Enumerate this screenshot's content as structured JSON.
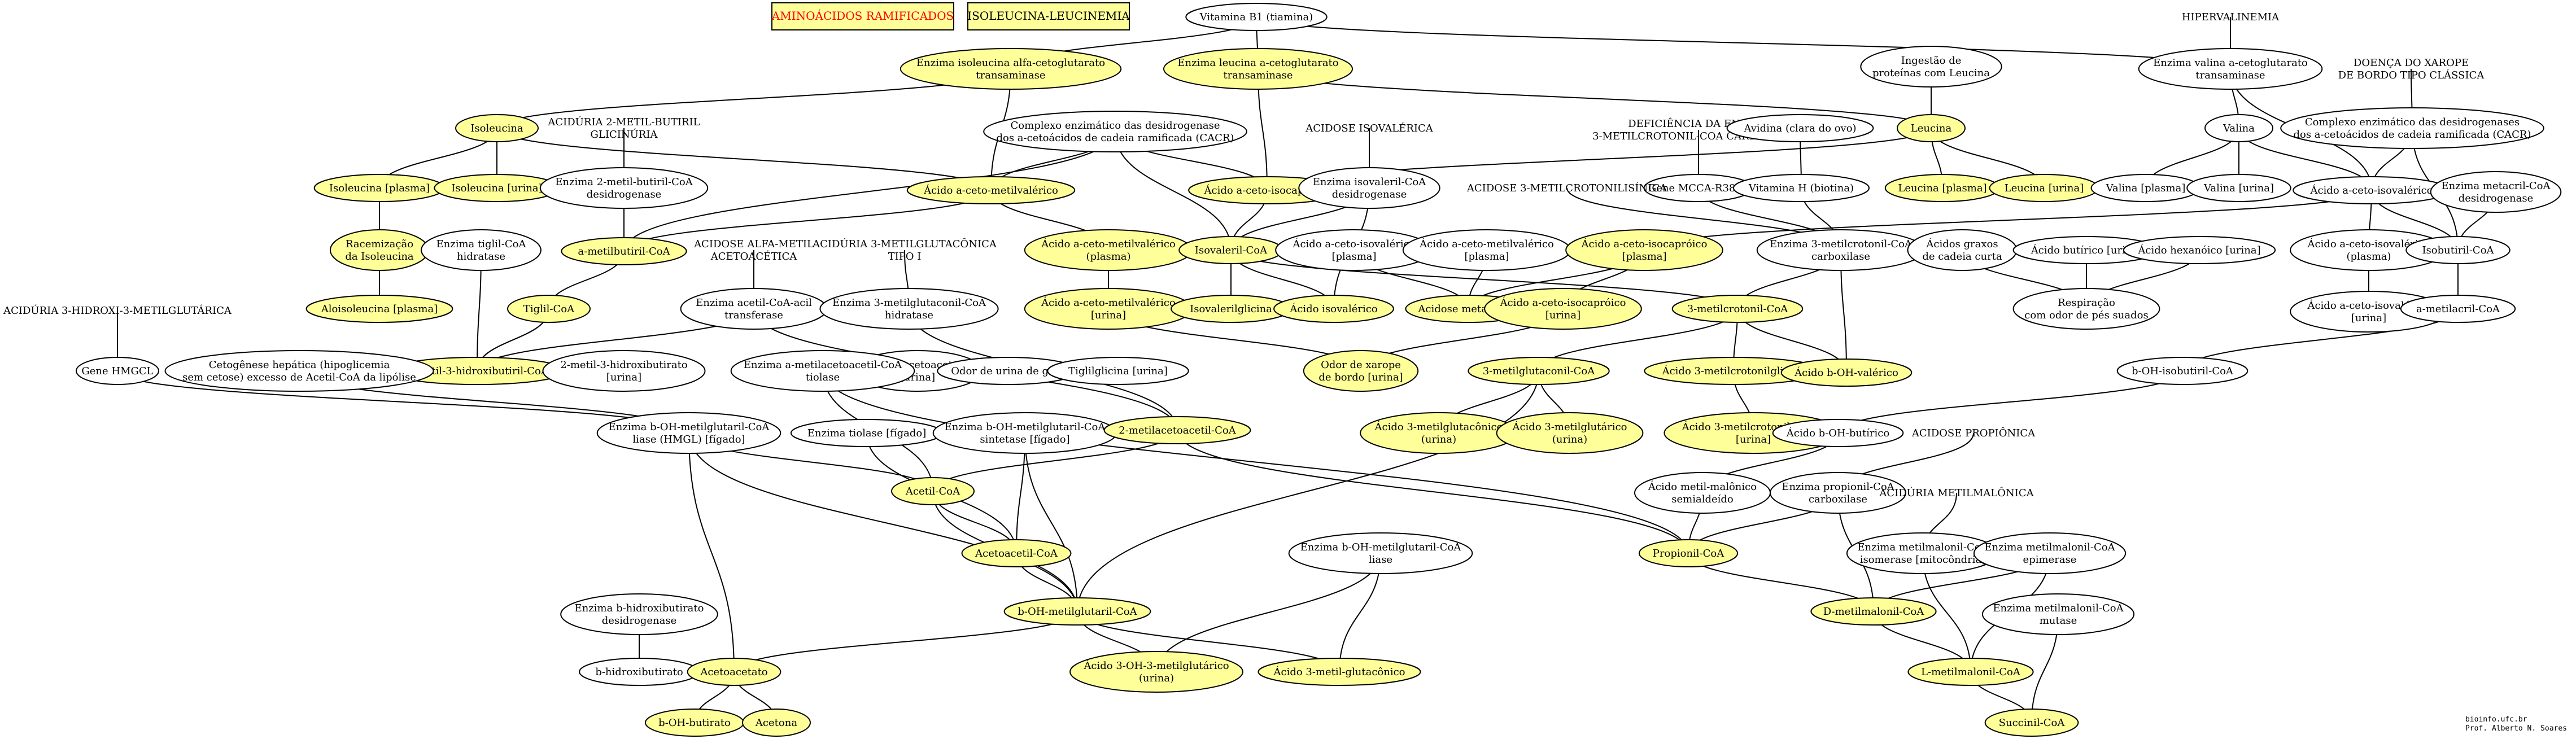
{
  "headers": {
    "ramificados": "AMINOÁCIDOS RAMIFICADOS",
    "isoleucina_leucinemia": "ISOLEUCINA-LEUCINEMIA"
  },
  "nodes": {
    "vitb1": {
      "lines": [
        "Vitamina B1 (tiamina)"
      ],
      "kind": "enzyme"
    },
    "hipervalinemia": {
      "lines": [
        "HIPERVALINEMIA"
      ],
      "kind": "label"
    },
    "enz_ile_trans": {
      "lines": [
        "Enzima isoleucina alfa-cetoglutarato",
        "transaminase"
      ],
      "kind": "compound"
    },
    "enz_leu_trans": {
      "lines": [
        "Enzima leucina a-cetoglutarato",
        "transaminase"
      ],
      "kind": "compound"
    },
    "enz_val_trans": {
      "lines": [
        "Enzima valina a-cetoglutarato",
        "transaminase"
      ],
      "kind": "enzyme"
    },
    "ingestao_leu": {
      "lines": [
        "Ingestão de",
        "proteínas com Leucina"
      ],
      "kind": "enzyme"
    },
    "xarope_label": {
      "lines": [
        "DOENÇA DO XAROPE",
        "DE BORDO TIPO CLÁSSICA"
      ],
      "kind": "label"
    },
    "isoleucina": {
      "lines": [
        "Isoleucina"
      ],
      "kind": "compound"
    },
    "acid_2metilbutiril": {
      "lines": [
        "ACIDÚRIA 2-METIL-BUTIRIL",
        "GLICINÚRIA"
      ],
      "kind": "label"
    },
    "complexo1": {
      "lines": [
        "Complexo enzimático das desidrogenase",
        "dos a-cetoácidos de cadeia ramificada (CACR)"
      ],
      "kind": "enzyme"
    },
    "acidose_isovalerica": {
      "lines": [
        "ACIDOSE ISOVALÉRICA"
      ],
      "kind": "label"
    },
    "deficiencia_mcc": {
      "lines": [
        "DEFICIÊNCIA DA ENZIMA",
        "3-METILCROTONIL-COA CARBOXILASE"
      ],
      "kind": "label"
    },
    "avidina": {
      "lines": [
        "Avidina (clara do ovo)"
      ],
      "kind": "enzyme"
    },
    "leucina": {
      "lines": [
        "Leucina"
      ],
      "kind": "compound"
    },
    "valina": {
      "lines": [
        "Valina"
      ],
      "kind": "enzyme"
    },
    "complexo2": {
      "lines": [
        "Complexo enzimático das desidrogenases",
        "dos a-cetoácidos de cadeia ramificada (CACR)"
      ],
      "kind": "enzyme"
    },
    "ile_plasma": {
      "lines": [
        "Isoleucina [plasma]"
      ],
      "kind": "compound"
    },
    "ile_urina": {
      "lines": [
        "Isoleucina [urina]"
      ],
      "kind": "compound"
    },
    "enz_2metilbutiril": {
      "lines": [
        "Enzima 2-metil-butiril-CoA",
        "desidrogenase"
      ],
      "kind": "enzyme"
    },
    "acido_ceto_metilvalerico": {
      "lines": [
        "Ácido a-ceto-metilvalérico"
      ],
      "kind": "compound"
    },
    "acido_ceto_isocaproico": {
      "lines": [
        "Ácido a-ceto-isocapróico"
      ],
      "kind": "compound"
    },
    "enz_isovaleril": {
      "lines": [
        "Enzima isovaleril-CoA",
        "desidrogenase"
      ],
      "kind": "enzyme"
    },
    "gene_mcca": {
      "lines": [
        "Gene MCCA-R385S"
      ],
      "kind": "enzyme"
    },
    "vitamina_h": {
      "lines": [
        "Vitamina H (biotina)"
      ],
      "kind": "enzyme"
    },
    "leu_plasma": {
      "lines": [
        "Leucina [plasma]"
      ],
      "kind": "compound"
    },
    "leu_urina": {
      "lines": [
        "Leucina [urina]"
      ],
      "kind": "compound"
    },
    "val_plasma": {
      "lines": [
        "Valina [plasma]"
      ],
      "kind": "enzyme"
    },
    "val_urina": {
      "lines": [
        "Valina [urina]"
      ],
      "kind": "enzyme"
    },
    "acido_ceto_isovalerico": {
      "lines": [
        "Ácido a-ceto-isovalérico"
      ],
      "kind": "enzyme"
    },
    "enz_metacril": {
      "lines": [
        "Enzima metacril-CoA",
        "desidrogenase"
      ],
      "kind": "enzyme"
    },
    "racemizacao": {
      "lines": [
        "Racemização",
        "da Isoleucina"
      ],
      "kind": "compound"
    },
    "enz_tiglil": {
      "lines": [
        "Enzima tiglil-CoA",
        "hidratase"
      ],
      "kind": "enzyme"
    },
    "a_metilbutiril": {
      "lines": [
        "a-metilbutiril-CoA"
      ],
      "kind": "compound"
    },
    "acidose_alfametil": {
      "lines": [
        "ACIDOSE ALFA-METIL",
        "ACETOACÉTICA"
      ],
      "kind": "label"
    },
    "acid_3mgc_tipo1": {
      "lines": [
        "ACIDÚRIA 3-METILGLUTACÔNICA",
        "TIPO I"
      ],
      "kind": "label"
    },
    "acetomv_plasma": {
      "lines": [
        "Ácido a-ceto-metilvalérico",
        "(plasma)"
      ],
      "kind": "compound"
    },
    "isovaleril_coa": {
      "lines": [
        "Isovaleril-CoA"
      ],
      "kind": "compound"
    },
    "aciso_plasma_w": {
      "lines": [
        "Ácido a-ceto-isovalérico",
        "[plasma]"
      ],
      "kind": "enzyme"
    },
    "acmv_plasma_w": {
      "lines": [
        "Ácido a-ceto-metilvalérico",
        "[plasma]"
      ],
      "kind": "enzyme"
    },
    "acidose_3mcl": {
      "lines": [
        "ACIDOSE 3-METILCROTONILISÍNICA"
      ],
      "kind": "label"
    },
    "acic_plasma": {
      "lines": [
        "Ácido a-ceto-isocapróico",
        "[plasma]"
      ],
      "kind": "compound"
    },
    "enz_3mcc": {
      "lines": [
        "Enzima 3-metilcrotonil-CoA",
        "carboxilase"
      ],
      "kind": "enzyme"
    },
    "acidos_graxos": {
      "lines": [
        "Ácidos graxos",
        "de cadeia curta"
      ],
      "kind": "enzyme"
    },
    "ac_butirico": {
      "lines": [
        "Ácido butírico [urina]"
      ],
      "kind": "enzyme"
    },
    "ac_hexanoico": {
      "lines": [
        "Ácido hexanóico [urina]"
      ],
      "kind": "enzyme"
    },
    "aciso_plasma2": {
      "lines": [
        "Ácido a-ceto-isovalérico",
        "(plasma)"
      ],
      "kind": "enzyme"
    },
    "isobutiril": {
      "lines": [
        "Isobutiril-CoA"
      ],
      "kind": "enzyme"
    },
    "aloisoleucina": {
      "lines": [
        "Aloisoleucina [plasma]"
      ],
      "kind": "compound"
    },
    "tiglil_coa": {
      "lines": [
        "Tiglil-CoA"
      ],
      "kind": "compound"
    },
    "enz_acetoacil_tr": {
      "lines": [
        "Enzima acetil-CoA-acil",
        "transferase"
      ],
      "kind": "enzyme"
    },
    "enz_3mgc_hid": {
      "lines": [
        "Enzima 3-metilglutaconil-CoA",
        "hidratase"
      ],
      "kind": "enzyme"
    },
    "acetomv_urina": {
      "lines": [
        "Ácido a-ceto-metilvalérico",
        "[urina]"
      ],
      "kind": "compound"
    },
    "isovalerilglicina": {
      "lines": [
        "Isovalerilglicina"
      ],
      "kind": "compound"
    },
    "acido_isovalerico": {
      "lines": [
        "Ácido isovalérico"
      ],
      "kind": "compound"
    },
    "acidose_metabolica": {
      "lines": [
        "Acidose metabólica"
      ],
      "kind": "compound"
    },
    "acic_urina": {
      "lines": [
        "Ácido a-ceto-isocapróico",
        "[urina]"
      ],
      "kind": "compound"
    },
    "metilcrotonil_coa": {
      "lines": [
        "3-metilcrotonil-CoA"
      ],
      "kind": "compound"
    },
    "respiracao": {
      "lines": [
        "Respiração",
        "com odor de pés suados"
      ],
      "kind": "enzyme"
    },
    "aciso_urina": {
      "lines": [
        "Ácido a-ceto-isovalérico",
        "[urina]"
      ],
      "kind": "enzyme"
    },
    "a_metilacril": {
      "lines": [
        "a-metilacril-CoA"
      ],
      "kind": "enzyme"
    },
    "acid_3h3mg": {
      "lines": [
        "ACIDÚRIA 3-HIDROXI-3-METILGLUTÁRICA"
      ],
      "kind": "label"
    },
    "m3hb_coa": {
      "lines": [
        "3-metil-3-hidroxibutiril-CoA"
      ],
      "kind": "compound"
    },
    "m2h3b_urina": {
      "lines": [
        "2-metil-3-hidroxibutirato",
        "[urina]"
      ],
      "kind": "enzyme"
    },
    "m2acetoac_urina": {
      "lines": [
        "2-metilacetoacetato",
        "[urina]"
      ],
      "kind": "enzyme"
    },
    "odor_gato": {
      "lines": [
        "Odor de urina de gato"
      ],
      "kind": "enzyme"
    },
    "tiglilglicina": {
      "lines": [
        "Tiglilglicina [urina]"
      ],
      "kind": "enzyme"
    },
    "odor_xarope": {
      "lines": [
        "Odor de xarope",
        "de bordo [urina]"
      ],
      "kind": "compound"
    },
    "m3glutaconil": {
      "lines": [
        "3-metilglutaconil-CoA"
      ],
      "kind": "compound"
    },
    "ac_3mcrotonilglicina": {
      "lines": [
        "Ácido 3-metilcrotonilglicina"
      ],
      "kind": "compound"
    },
    "ac_boh_valerico": {
      "lines": [
        "Ácido b-OH-valérico"
      ],
      "kind": "compound"
    },
    "boh_isobutiril": {
      "lines": [
        "b-OH-isobutiril-CoA"
      ],
      "kind": "enzyme"
    },
    "gene_hmgcl": {
      "lines": [
        "Gene HMGCL"
      ],
      "kind": "enzyme"
    },
    "cetogenese": {
      "lines": [
        "Cetogênese hepática (hipoglicemia",
        "sem cetose) excesso de Acetil-CoA da lipólise"
      ],
      "kind": "enzyme"
    },
    "enz_2metilacetoacetil": {
      "lines": [
        "Enzima a-metilacetoacetil-CoA",
        "tiolase"
      ],
      "kind": "enzyme"
    },
    "ac_3mglutaconico": {
      "lines": [
        "Ácido 3-metilglutacônico",
        "(urina)"
      ],
      "kind": "compound"
    },
    "ac_3mglutarico": {
      "lines": [
        "Ácido 3-metilglutárico",
        "(urina)"
      ],
      "kind": "compound"
    },
    "ac_3mcrot_urina": {
      "lines": [
        "Ácido 3-metilcrotonilglicina",
        "[urina]"
      ],
      "kind": "compound"
    },
    "ac_boh_butirico": {
      "lines": [
        "Ácido b-OH-butírico"
      ],
      "kind": "enzyme"
    },
    "acidose_propionica": {
      "lines": [
        "ACIDOSE PROPIÔNICA"
      ],
      "kind": "label"
    },
    "enz_hmgcl": {
      "lines": [
        "Enzima b-OH-metilglutaril-CoA",
        "liase (HMGL) [fígado]"
      ],
      "kind": "enzyme"
    },
    "enz_tiolase": {
      "lines": [
        "Enzima tiolase [fígado]"
      ],
      "kind": "enzyme"
    },
    "enz_hmgcs": {
      "lines": [
        "Enzima b-OH-metilglutaril-CoA",
        "sintetase [fígado]"
      ],
      "kind": "enzyme"
    },
    "m2acetoacetil": {
      "lines": [
        "2-metilacetoacetil-CoA"
      ],
      "kind": "compound"
    },
    "ac_metilmalonico_semi": {
      "lines": [
        "Ácido metil-malônico",
        "semialdeído"
      ],
      "kind": "enzyme"
    },
    "enz_propionil": {
      "lines": [
        "Enzima propionil-CoA",
        "carboxilase"
      ],
      "kind": "enzyme"
    },
    "acid_metilmalonica": {
      "lines": [
        "ACIDÚRIA METILMALÔNICA"
      ],
      "kind": "label"
    },
    "acetil_coa": {
      "lines": [
        "Acetil-CoA"
      ],
      "kind": "compound"
    },
    "propionil_coa": {
      "lines": [
        "Propionil-CoA"
      ],
      "kind": "compound"
    },
    "acetoacetil_coa": {
      "lines": [
        "Acetoacetil-CoA"
      ],
      "kind": "compound"
    },
    "enz_hmg_liase": {
      "lines": [
        "Enzima b-OH-metilglutaril-CoA",
        "liase"
      ],
      "kind": "enzyme"
    },
    "enz_mm_isomerase": {
      "lines": [
        "Enzima metilmalonil-CoA",
        "isomerase [mitocôndria]"
      ],
      "kind": "enzyme"
    },
    "enz_mm_epimerase": {
      "lines": [
        "Enzima metilmalonil-CoA",
        "epimerase"
      ],
      "kind": "enzyme"
    },
    "enz_bhb_desid": {
      "lines": [
        "Enzima b-hidroxibutirato",
        "desidrogenase"
      ],
      "kind": "enzyme"
    },
    "boh_metilglutaril": {
      "lines": [
        "b-OH-metilglutaril-CoA"
      ],
      "kind": "compound"
    },
    "d_metilmalonil": {
      "lines": [
        "D-metilmalonil-CoA"
      ],
      "kind": "compound"
    },
    "enz_mm_mutase": {
      "lines": [
        "Enzima metilmalonil-CoA",
        "mutase"
      ],
      "kind": "enzyme"
    },
    "b_hidroxibutirato": {
      "lines": [
        "b-hidroxibutirato"
      ],
      "kind": "enzyme"
    },
    "acetoacetato": {
      "lines": [
        "Acetoacetato"
      ],
      "kind": "compound"
    },
    "ac_3oh3mg": {
      "lines": [
        "Ácido 3-OH-3-metilglutárico",
        "(urina)"
      ],
      "kind": "compound"
    },
    "ac_3mglut": {
      "lines": [
        "Ácido 3-metil-glutacônico"
      ],
      "kind": "compound"
    },
    "l_metilmalonil": {
      "lines": [
        "L-metilmalonil-CoA"
      ],
      "kind": "compound"
    },
    "boh_butirato": {
      "lines": [
        "b-OH-butirato"
      ],
      "kind": "compound"
    },
    "acetona": {
      "lines": [
        "Acetona"
      ],
      "kind": "compound"
    },
    "succinil_coa": {
      "lines": [
        "Succinil-CoA"
      ],
      "kind": "compound"
    }
  },
  "credit": {
    "line1": "bioinfo.ufc.br",
    "line2": "Prof. Alberto N. Soares"
  }
}
